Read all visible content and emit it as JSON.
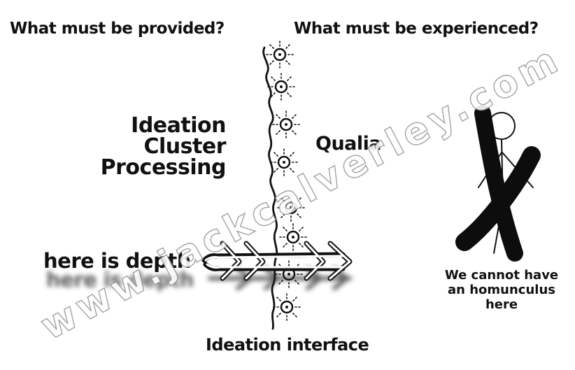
{
  "headings": {
    "provided": "What must be provided?",
    "experienced": "What must be experienced?"
  },
  "ideation_cluster": [
    "Ideation",
    "Cluster",
    "Processing"
  ],
  "qualia": "Qualia",
  "depth": "here is depth",
  "depth_shadow": "here is depth",
  "interface": "Ideation interface",
  "homunculus": [
    "We cannot have",
    "an homunculus",
    "here"
  ],
  "watermark": "www.jackcalverley.com",
  "icons": {
    "node": "sunburst-node-icon",
    "figure": "stick-figure-icon",
    "cross": "crossed-out-x-icon",
    "arrow": "feathered-arrow-icon"
  },
  "colors": {
    "ink": "#111111",
    "watermark_outline": "#9a9a9a",
    "background": "#ffffff"
  }
}
